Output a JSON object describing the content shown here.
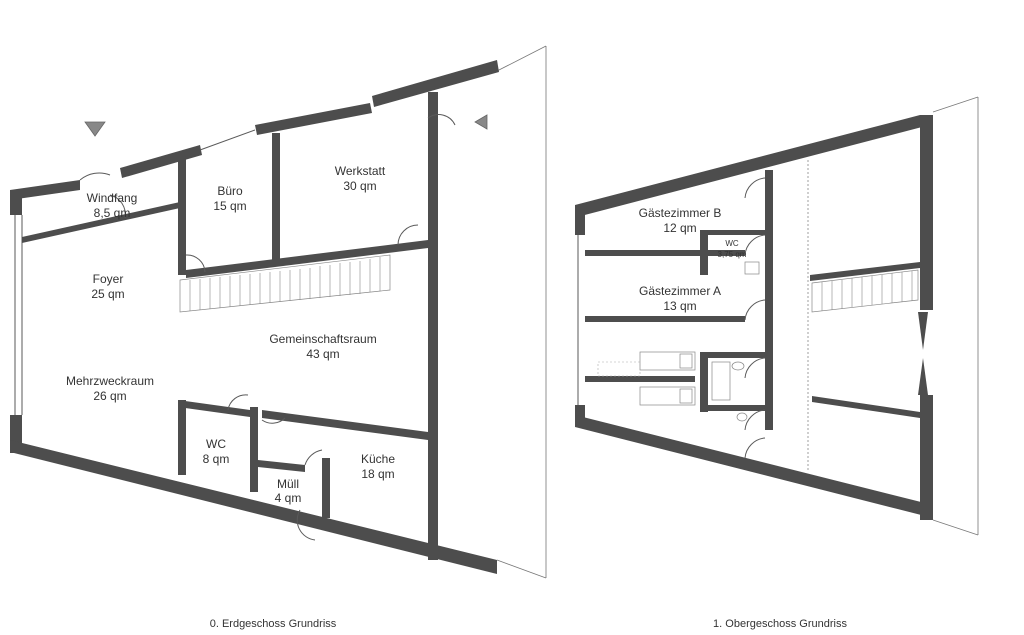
{
  "floors": [
    {
      "caption": "0. Erdgeschoss Grundriss",
      "rooms": [
        {
          "name": "Windfang",
          "area": "8,5 qm"
        },
        {
          "name": "Büro",
          "area": "15 qm"
        },
        {
          "name": "Werkstatt",
          "area": "30 qm"
        },
        {
          "name": "Foyer",
          "area": "25 qm"
        },
        {
          "name": "Gemeinschaftsraum",
          "area": "43 qm"
        },
        {
          "name": "Mehrzweckraum",
          "area": "26 qm"
        },
        {
          "name": "WC",
          "area": "8 qm"
        },
        {
          "name": "Küche",
          "area": "18 qm"
        },
        {
          "name": "Müll",
          "area": "4 qm"
        }
      ]
    },
    {
      "caption": "1. Obergeschoss Grundriss",
      "rooms": [
        {
          "name": "Gästezimmer B",
          "area": "12 qm"
        },
        {
          "name": "WC",
          "area": "3,75 qm"
        },
        {
          "name": "Gästezimmer A",
          "area": "13 qm"
        }
      ]
    }
  ],
  "colors": {
    "wall": "#4d4d4d",
    "background": "#ffffff",
    "text": "#333333"
  },
  "icons": [
    "entrance-arrow-icon",
    "stair-icon",
    "bed-icon",
    "bathtub-icon",
    "sink-icon",
    "toilet-icon"
  ]
}
